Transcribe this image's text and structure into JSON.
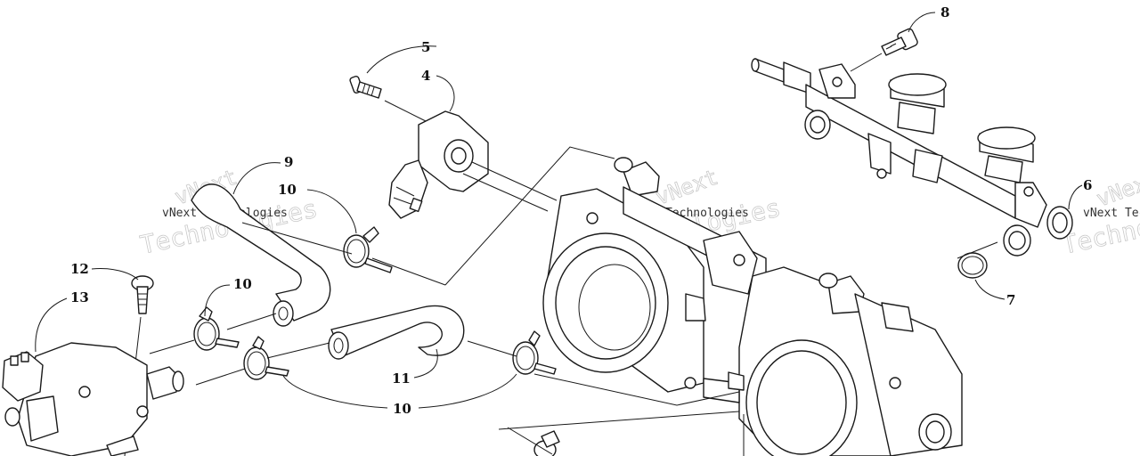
{
  "watermark": {
    "brand": "vNext Technologies",
    "line1": "vNext",
    "line2": "Technologies"
  },
  "callouts": {
    "c4": "4",
    "c5": "5",
    "c6": "6",
    "c7": "7",
    "c8": "8",
    "c9": "9",
    "c10": "10",
    "c11": "11",
    "c12": "12",
    "c13": "13"
  }
}
